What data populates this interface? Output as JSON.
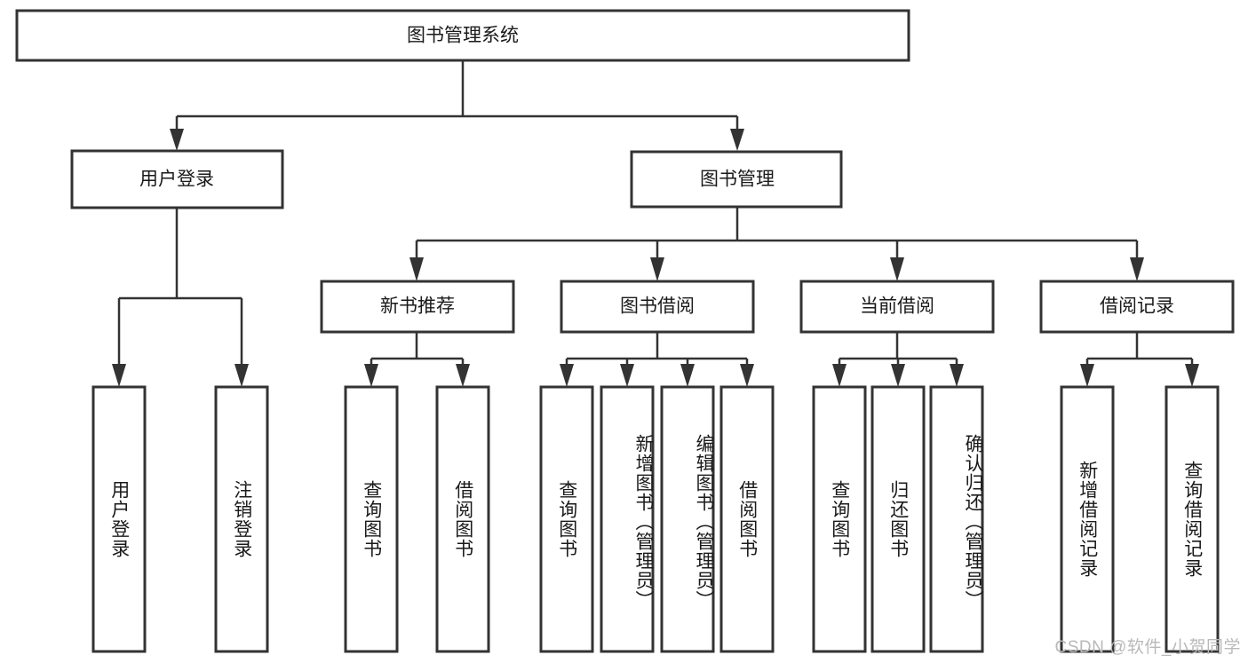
{
  "diagram": {
    "title": "图书管理系统",
    "type": "tree-hierarchy",
    "root": {
      "label": "图书管理系统"
    },
    "level2": [
      {
        "label": "用户登录"
      },
      {
        "label": "图书管理"
      }
    ],
    "level3": [
      {
        "label": "新书推荐"
      },
      {
        "label": "图书借阅"
      },
      {
        "label": "当前借阅"
      },
      {
        "label": "借阅记录"
      }
    ],
    "leaves": {
      "user_login": [
        {
          "label": "用户登录"
        },
        {
          "label": "注销登录"
        }
      ],
      "new_book_recommend": [
        {
          "label": "查询图书"
        },
        {
          "label": "借阅图书"
        }
      ],
      "book_borrow": [
        {
          "label": "查询图书"
        },
        {
          "label": "新增图书（管理员）"
        },
        {
          "label": "编辑图书（管理员）"
        },
        {
          "label": "借阅图书"
        }
      ],
      "current_borrow": [
        {
          "label": "查询图书"
        },
        {
          "label": "归还图书"
        },
        {
          "label": "确认归还（管理员）"
        }
      ],
      "borrow_record": [
        {
          "label": "新增借阅记录"
        },
        {
          "label": "查询借阅记录"
        }
      ]
    }
  },
  "watermark": {
    "text": "CSDN @软件_小贺同学"
  },
  "colors": {
    "background": "#ffffff",
    "box_stroke": "#333333",
    "box_fill": "#ffffff",
    "text": "#1a1a1a",
    "watermark": "#b9b9b9"
  }
}
